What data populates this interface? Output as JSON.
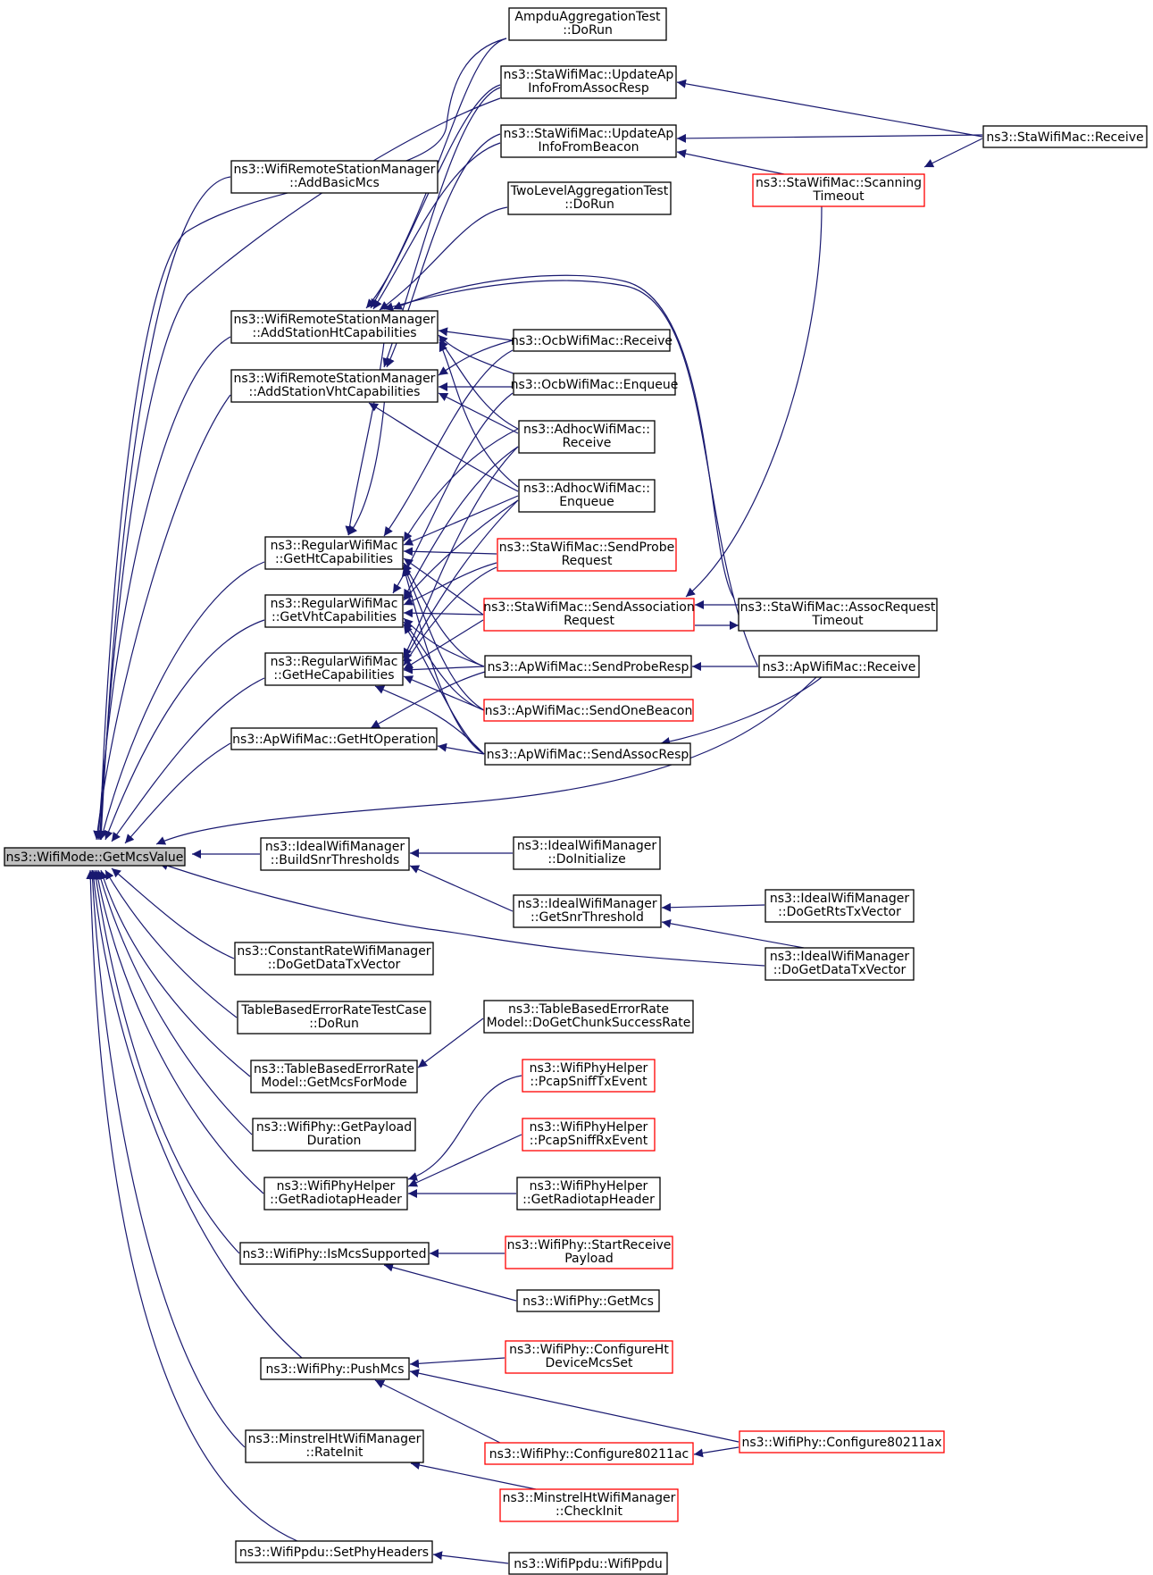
{
  "diagram": {
    "root": {
      "id": "root",
      "lines": [
        "ns3::WifiMode::GetMcsValue"
      ]
    },
    "nodes": [
      {
        "id": "ampdu",
        "lines": [
          "AmpduAggregationTest",
          "::DoRun"
        ]
      },
      {
        "id": "upAssoc",
        "lines": [
          "ns3::StaWifiMac::UpdateAp",
          "InfoFromAssocResp"
        ]
      },
      {
        "id": "staRecv",
        "lines": [
          "ns3::StaWifiMac::Receive"
        ]
      },
      {
        "id": "upBeacon",
        "lines": [
          "ns3::StaWifiMac::UpdateAp",
          "InfoFromBeacon"
        ]
      },
      {
        "id": "scan",
        "lines": [
          "ns3::StaWifiMac::Scanning",
          "Timeout"
        ],
        "red": true
      },
      {
        "id": "addBasic",
        "lines": [
          "ns3::WifiRemoteStationManager",
          "::AddBasicMcs"
        ]
      },
      {
        "id": "twoLevel",
        "lines": [
          "TwoLevelAggregationTest",
          "::DoRun"
        ]
      },
      {
        "id": "addHt",
        "lines": [
          "ns3::WifiRemoteStationManager",
          "::AddStationHtCapabilities"
        ]
      },
      {
        "id": "ocbRecv",
        "lines": [
          "ns3::OcbWifiMac::Receive"
        ]
      },
      {
        "id": "addVht",
        "lines": [
          "ns3::WifiRemoteStationManager",
          "::AddStationVhtCapabilities"
        ]
      },
      {
        "id": "ocbEnq",
        "lines": [
          "ns3::OcbWifiMac::Enqueue"
        ]
      },
      {
        "id": "adhocRecv",
        "lines": [
          "ns3::AdhocWifiMac::",
          "Receive"
        ]
      },
      {
        "id": "adhocEnq",
        "lines": [
          "ns3::AdhocWifiMac::",
          "Enqueue"
        ]
      },
      {
        "id": "getHt",
        "lines": [
          "ns3::RegularWifiMac",
          "::GetHtCapabilities"
        ]
      },
      {
        "id": "sendProbe",
        "lines": [
          "ns3::StaWifiMac::SendProbe",
          "Request"
        ],
        "red": true
      },
      {
        "id": "getVht",
        "lines": [
          "ns3::RegularWifiMac",
          "::GetVhtCapabilities"
        ]
      },
      {
        "id": "sendAssoc",
        "lines": [
          "ns3::StaWifiMac::SendAssociation",
          "Request"
        ],
        "red": true
      },
      {
        "id": "assocTimeout",
        "lines": [
          "ns3::StaWifiMac::AssocRequest",
          "Timeout"
        ]
      },
      {
        "id": "getHe",
        "lines": [
          "ns3::RegularWifiMac",
          "::GetHeCapabilities"
        ]
      },
      {
        "id": "probeResp",
        "lines": [
          "ns3::ApWifiMac::SendProbeResp"
        ]
      },
      {
        "id": "apRecv",
        "lines": [
          "ns3::ApWifiMac::Receive"
        ]
      },
      {
        "id": "oneBeacon",
        "lines": [
          "ns3::ApWifiMac::SendOneBeacon"
        ],
        "red": true
      },
      {
        "id": "getHtOp",
        "lines": [
          "ns3::ApWifiMac::GetHtOperation"
        ]
      },
      {
        "id": "assocResp",
        "lines": [
          "ns3::ApWifiMac::SendAssocResp"
        ]
      },
      {
        "id": "buildSnr",
        "lines": [
          "ns3::IdealWifiManager",
          "::BuildSnrThresholds"
        ]
      },
      {
        "id": "doInit",
        "lines": [
          "ns3::IdealWifiManager",
          "::DoInitialize"
        ]
      },
      {
        "id": "getSnr",
        "lines": [
          "ns3::IdealWifiManager",
          "::GetSnrThreshold"
        ]
      },
      {
        "id": "doRts",
        "lines": [
          "ns3::IdealWifiManager",
          "::DoGetRtsTxVector"
        ]
      },
      {
        "id": "constRate",
        "lines": [
          "ns3::ConstantRateWifiManager",
          "::DoGetDataTxVector"
        ]
      },
      {
        "id": "idealData",
        "lines": [
          "ns3::IdealWifiManager",
          "::DoGetDataTxVector"
        ]
      },
      {
        "id": "tableTest",
        "lines": [
          "TableBasedErrorRateTestCase",
          "::DoRun"
        ]
      },
      {
        "id": "tableChunk",
        "lines": [
          "ns3::TableBasedErrorRate",
          "Model::DoGetChunkSuccessRate"
        ]
      },
      {
        "id": "tableMcs",
        "lines": [
          "ns3::TableBasedErrorRate",
          "Model::GetMcsForMode"
        ]
      },
      {
        "id": "pcapTx",
        "lines": [
          "ns3::WifiPhyHelper",
          "::PcapSniffTxEvent"
        ],
        "red": true
      },
      {
        "id": "payload",
        "lines": [
          "ns3::WifiPhy::GetPayload",
          "Duration"
        ]
      },
      {
        "id": "pcapRx",
        "lines": [
          "ns3::WifiPhyHelper",
          "::PcapSniffRxEvent"
        ],
        "red": true
      },
      {
        "id": "radioLeft",
        "lines": [
          "ns3::WifiPhyHelper",
          "::GetRadiotapHeader"
        ]
      },
      {
        "id": "radioRight",
        "lines": [
          "ns3::WifiPhyHelper",
          "::GetRadiotapHeader"
        ]
      },
      {
        "id": "isMcs",
        "lines": [
          "ns3::WifiPhy::IsMcsSupported"
        ]
      },
      {
        "id": "startRecv",
        "lines": [
          "ns3::WifiPhy::StartReceive",
          "Payload"
        ],
        "red": true
      },
      {
        "id": "getMcs",
        "lines": [
          "ns3::WifiPhy::GetMcs"
        ]
      },
      {
        "id": "pushMcs",
        "lines": [
          "ns3::WifiPhy::PushMcs"
        ]
      },
      {
        "id": "cfgHt",
        "lines": [
          "ns3::WifiPhy::ConfigureHt",
          "DeviceMcsSet"
        ],
        "red": true
      },
      {
        "id": "cfgAx",
        "lines": [
          "ns3::WifiPhy::Configure80211ax"
        ],
        "red": true
      },
      {
        "id": "minstrel",
        "lines": [
          "ns3::MinstrelHtWifiManager",
          "::RateInit"
        ]
      },
      {
        "id": "cfgAc",
        "lines": [
          "ns3::WifiPhy::Configure80211ac"
        ],
        "red": true
      },
      {
        "id": "checkInit",
        "lines": [
          "ns3::MinstrelHtWifiManager",
          "::CheckInit"
        ],
        "red": true
      },
      {
        "id": "setPhy",
        "lines": [
          "ns3::WifiPpdu::SetPhyHeaders"
        ]
      },
      {
        "id": "ppdu",
        "lines": [
          "ns3::WifiPpdu::WifiPpdu"
        ]
      }
    ]
  }
}
